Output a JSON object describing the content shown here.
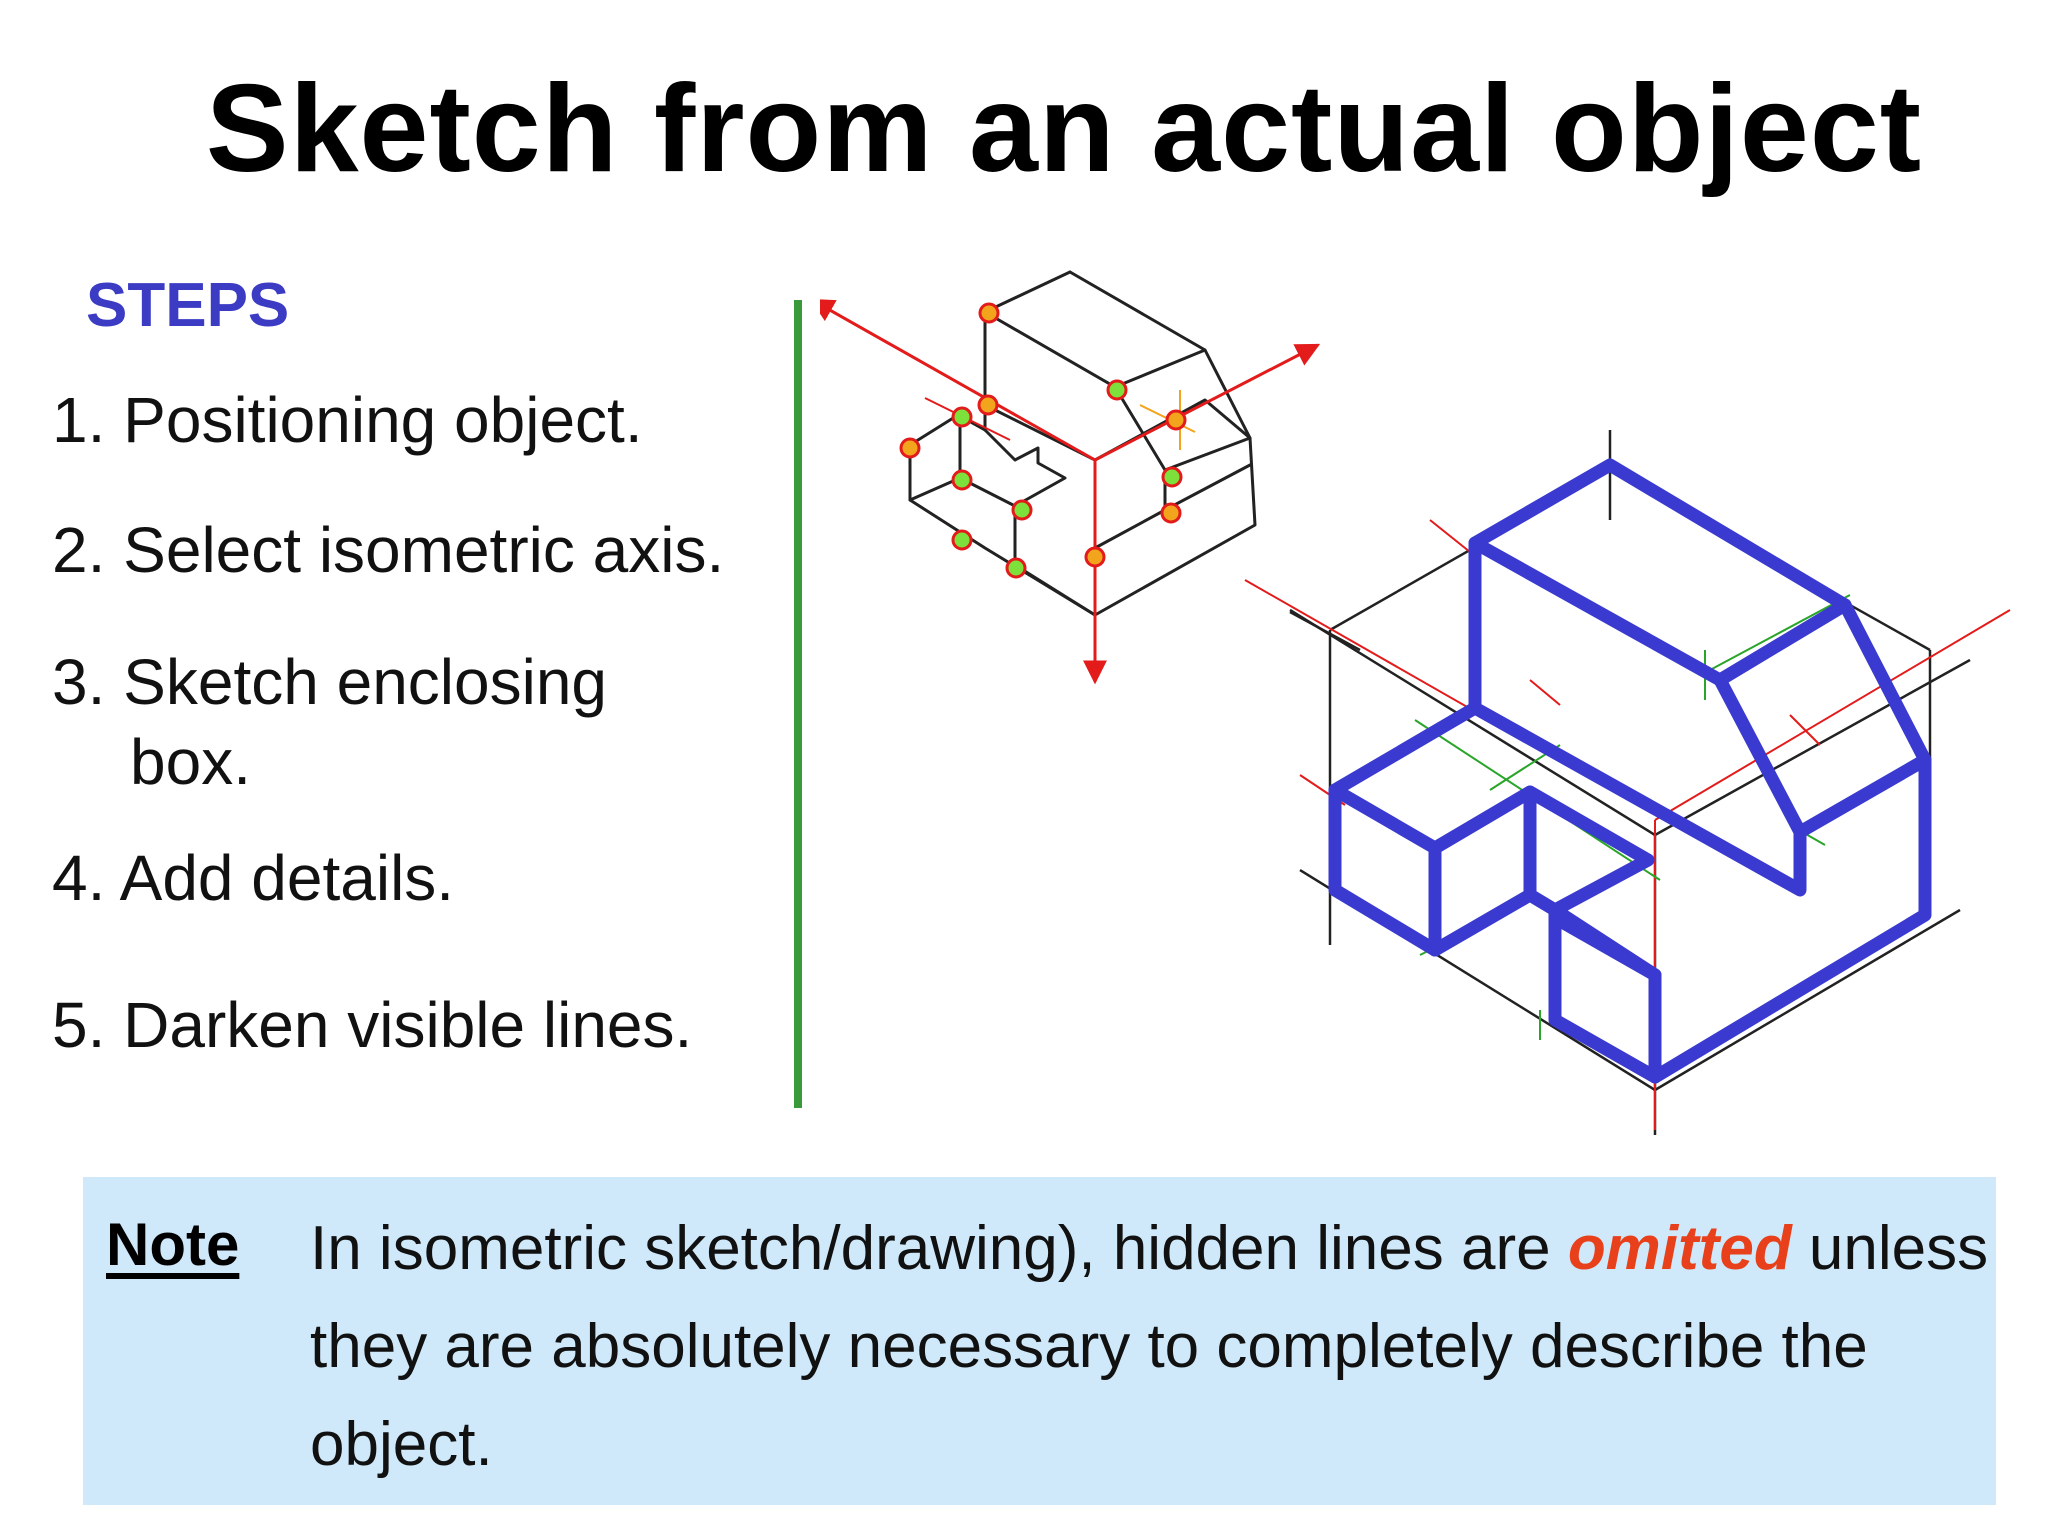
{
  "title": "Sketch from an actual object",
  "steps_heading": "STEPS",
  "steps": [
    {
      "text": "1. Positioning  object."
    },
    {
      "text": "2. Select  isometric axis."
    },
    {
      "text": "3. Sketch enclosing",
      "continuation": "box."
    },
    {
      "text": "4. Add details."
    },
    {
      "text": "5. Darken visible lines."
    }
  ],
  "note": {
    "label": "Note",
    "text_before": "In isometric sketch/drawing), hidden lines are ",
    "emphasis": "omitted",
    "text_after": " unless they are absolutely necessary to completely describe the object."
  },
  "colors": {
    "title": "#000000",
    "steps_heading": "#3b3bc4",
    "divider": "#3a9a3a",
    "note_background": "#cfe9fa",
    "note_emphasis": "#e8401a",
    "sketch_line": "#222222",
    "axis_line": "#e31b1b",
    "point_fill": "#7ee03a",
    "point_fill_alt": "#f2a41c",
    "bold_outline": "#3a3ad0",
    "construction_green": "#2aa52a",
    "construction_red": "#e31b1b"
  },
  "icons": {
    "reference_sketch": "isometric-reference-sketch",
    "final_drawing": "isometric-final-drawing"
  }
}
